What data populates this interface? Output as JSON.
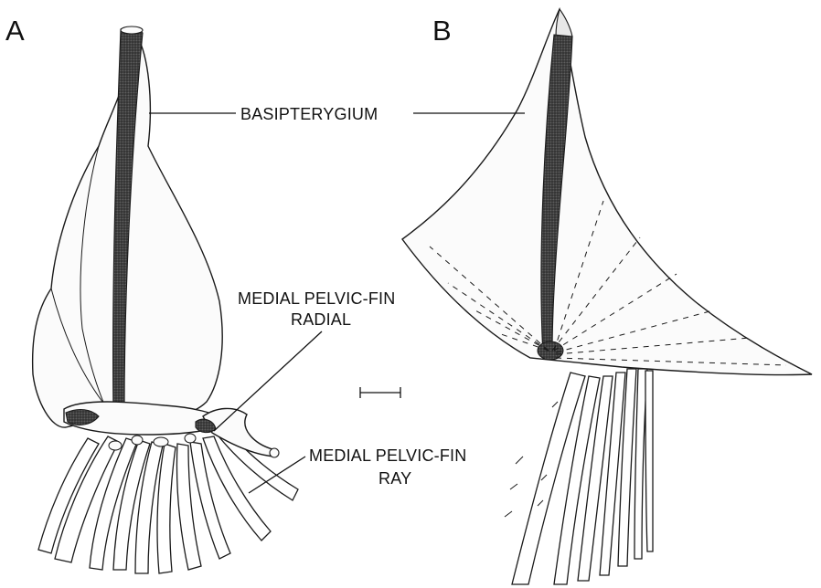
{
  "figure": {
    "panels": [
      {
        "letter": "A"
      },
      {
        "letter": "B"
      }
    ],
    "labels": {
      "basipterygium": "BASIPTERYGIUM",
      "radial_line1": "MEDIAL PELVIC-FIN",
      "radial_line2": "RADIAL",
      "ray_line1": "MEDIAL PELVIC-FIN",
      "ray_line2": "RAY"
    },
    "colors": {
      "ink": "#1a1a1a",
      "background": "#ffffff"
    }
  }
}
